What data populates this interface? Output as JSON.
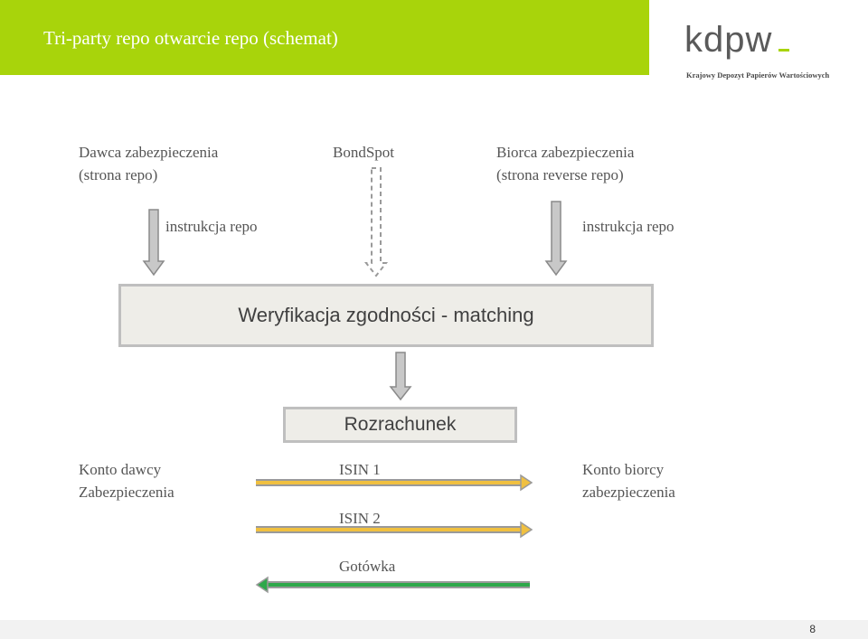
{
  "header": {
    "title": "Tri-party repo  otwarcie repo (schemat)"
  },
  "logo": {
    "word": "kdpw",
    "subtitle": "Krajowy Depozyt Papierów Wartościowych",
    "accent_color": "#a8d40b"
  },
  "parties": {
    "left": {
      "line1": "Dawca zabezpieczenia",
      "line2": "(strona repo)"
    },
    "center": {
      "label": "BondSpot"
    },
    "right": {
      "line1": "Biorca zabezpieczenia",
      "line2": "(strona reverse repo)"
    }
  },
  "instructions": {
    "left": "instrukcja repo",
    "right": "instrukcja repo"
  },
  "matching_box": {
    "label": "Weryfikacja zgodności - matching"
  },
  "settlement_box": {
    "label": "Rozrachunek"
  },
  "accounts": {
    "left": {
      "line1": "Konto dawcy",
      "line2": "Zabezpieczenia"
    },
    "right": {
      "line1": "Konto biorcy",
      "line2": "zabezpieczenia"
    }
  },
  "flows": [
    {
      "label": "ISIN 1",
      "direction": "right",
      "color": "#f0c040"
    },
    {
      "label": "ISIN 2",
      "direction": "right",
      "color": "#f0c040"
    },
    {
      "label": "Gotówka",
      "direction": "left",
      "color": "#2ea84a"
    }
  ],
  "footer": {
    "page": "8"
  }
}
